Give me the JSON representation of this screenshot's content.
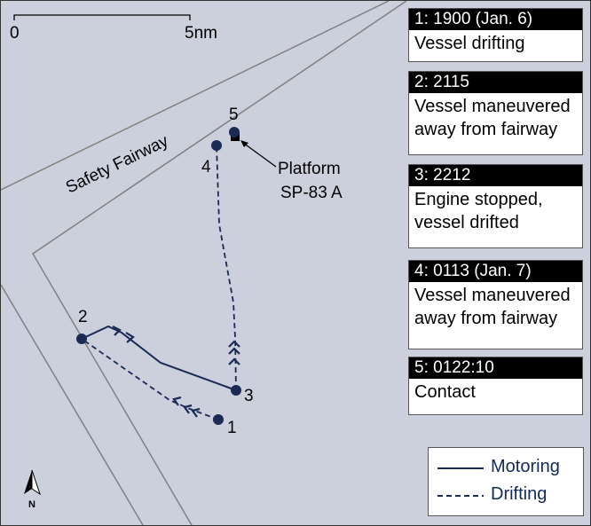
{
  "scale_bar": {
    "start_label": "0",
    "end_label": "5nm"
  },
  "fairway_label": "Safety Fairway",
  "platform_label_line1": "Platform",
  "platform_label_line2": "SP-83 A",
  "north_label": "N",
  "points": [
    {
      "id": "1"
    },
    {
      "id": "2"
    },
    {
      "id": "3"
    },
    {
      "id": "4"
    },
    {
      "id": "5"
    }
  ],
  "events": [
    {
      "title": "1: 1900 (Jan. 6)",
      "description": "Vessel drifting"
    },
    {
      "title": "2: 2115",
      "description": "Vessel maneuvered\naway from fairway"
    },
    {
      "title": "3: 2212",
      "description": "Engine stopped,\nvessel drifted"
    },
    {
      "title": "4: 0113 (Jan. 7)",
      "description": "Vessel maneuvered\naway from fairway"
    },
    {
      "title": "5: 0122:10",
      "description": "Contact"
    }
  ],
  "legend": {
    "motoring_label": "Motoring",
    "drifting_label": "Drifting"
  },
  "colors": {
    "background": "#ccd0dd",
    "track": "#1b2a55",
    "fairway_edge": "#808080"
  }
}
